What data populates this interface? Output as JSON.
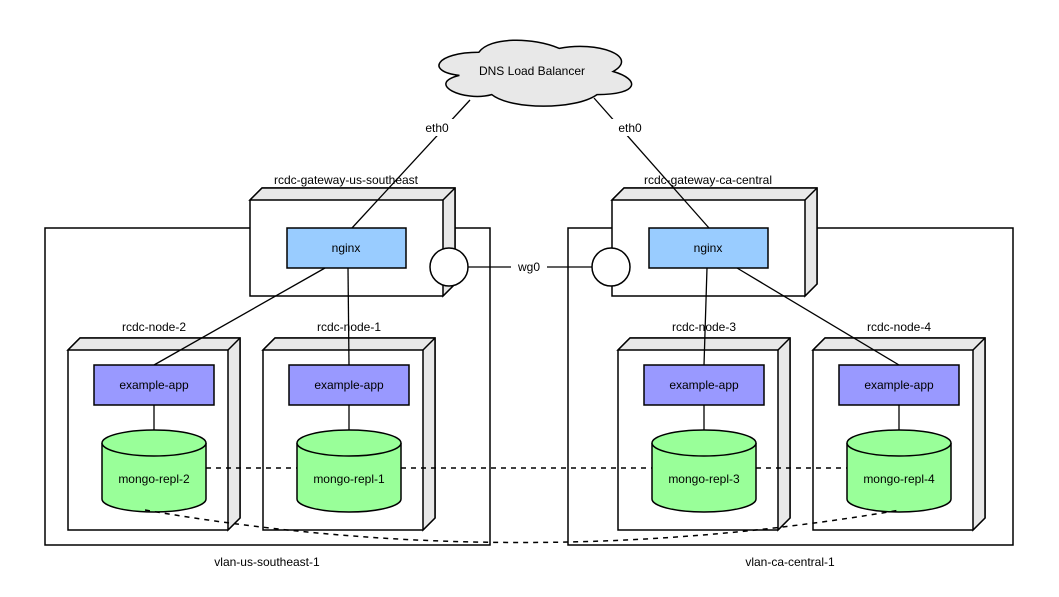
{
  "diagram": {
    "cloud": {
      "label": "DNS Load Balancer"
    },
    "gateways": [
      {
        "title": "rcdc-gateway-us-southeast",
        "service": "nginx"
      },
      {
        "title": "rcdc-gateway-ca-central",
        "service": "nginx"
      }
    ],
    "interfaces": {
      "eth0_left": "eth0",
      "eth0_right": "eth0",
      "wg0": "wg0"
    },
    "vlans": [
      {
        "label": "vlan-us-southeast-1"
      },
      {
        "label": "vlan-ca-central-1"
      }
    ],
    "nodes": [
      {
        "title": "rcdc-node-2",
        "app": "example-app",
        "db": "mongo-repl-2"
      },
      {
        "title": "rcdc-node-1",
        "app": "example-app",
        "db": "mongo-repl-1"
      },
      {
        "title": "rcdc-node-3",
        "app": "example-app",
        "db": "mongo-repl-3"
      },
      {
        "title": "rcdc-node-4",
        "app": "example-app",
        "db": "mongo-repl-4"
      }
    ],
    "colors": {
      "nginx": "#99ccff",
      "app": "#9999ff",
      "db": "#99ff99",
      "cloud": "#e8e8e8",
      "box_side": "#e8e8e8"
    }
  }
}
